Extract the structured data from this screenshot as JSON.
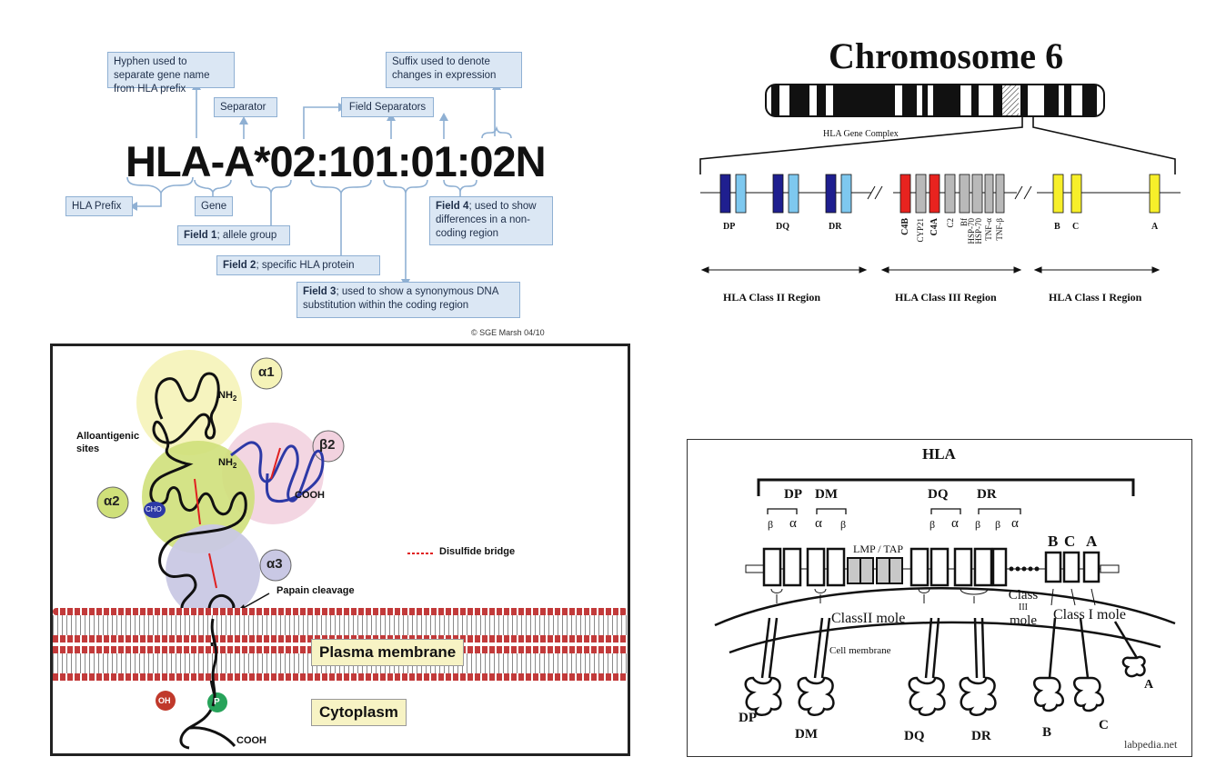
{
  "nomenclature": {
    "designation": "HLA-A*02:101:01:02N",
    "boxes": {
      "hyphen": "Hyphen used to separate gene name from HLA prefix",
      "separator": "Separator",
      "field_separators": "Field Separators",
      "suffix": "Suffix used to denote changes in expression",
      "hla_prefix": "HLA Prefix",
      "gene": "Gene",
      "field1_bold": "Field 1",
      "field1_rest": "; allele group",
      "field2_bold": "Field 2",
      "field2_rest": "; specific HLA protein",
      "field3_bold": "Field 3",
      "field3_rest": "; used to show a synonymous DNA substitution within the coding region",
      "field4_bold": "Field 4",
      "field4_rest": "; used to show differences in a non-coding region"
    },
    "credit": "© SGE Marsh 04/10"
  },
  "chromosome": {
    "title": "Chromosome 6",
    "complex_label": "HLA Gene Complex",
    "class2_genes": [
      "DP",
      "DQ",
      "DR"
    ],
    "class3_genes": [
      "C4B",
      "CYP21",
      "C4A",
      "C2",
      "Bf",
      "HSP-70",
      "HSP-70",
      "TNF-α",
      "TNF-β"
    ],
    "class1_genes": [
      "B",
      "C",
      "A"
    ],
    "regions": [
      "HLA Class II Region",
      "HLA Class III Region",
      "HLA Class I Region"
    ],
    "colors": {
      "dark_blue": "#1f1f8f",
      "light_blue": "#7ec8ef",
      "red": "#e8231f",
      "grey": "#b9b9b9",
      "yellow": "#f7ef2a"
    }
  },
  "molecule": {
    "domains": {
      "a1": "α1",
      "a2": "α2",
      "a3": "α3",
      "b2": "β2"
    },
    "labels": {
      "nh2": "NH",
      "nh2_sub": "2",
      "allo": "Alloantigenic sites",
      "cooh": "COOH",
      "cho": "CHO",
      "disulfide": "Disulfide bridge",
      "papain": "Papain cleavage",
      "plasma": "Plasma membrane",
      "cytoplasm": "Cytoplasm",
      "oh": "OH",
      "p": "P"
    }
  },
  "genemap": {
    "title": "HLA",
    "groups": [
      "DP",
      "DM",
      "DQ",
      "DR"
    ],
    "subunits": [
      "β",
      "α",
      "α",
      "β",
      "β",
      "α",
      "β",
      "β",
      "α"
    ],
    "lmp_tap": "LMP / TAP",
    "class1_letters": [
      "B",
      "C",
      "A"
    ],
    "class3": [
      "Class",
      "III",
      "mole"
    ],
    "class2_mole": "ClassII mole",
    "class1_mole": "Class I mole",
    "cell_membrane": "Cell membrane",
    "molecules": [
      "DP",
      "DM",
      "DQ",
      "DR",
      "B",
      "C",
      "A"
    ],
    "credit": "labpedia.net"
  }
}
